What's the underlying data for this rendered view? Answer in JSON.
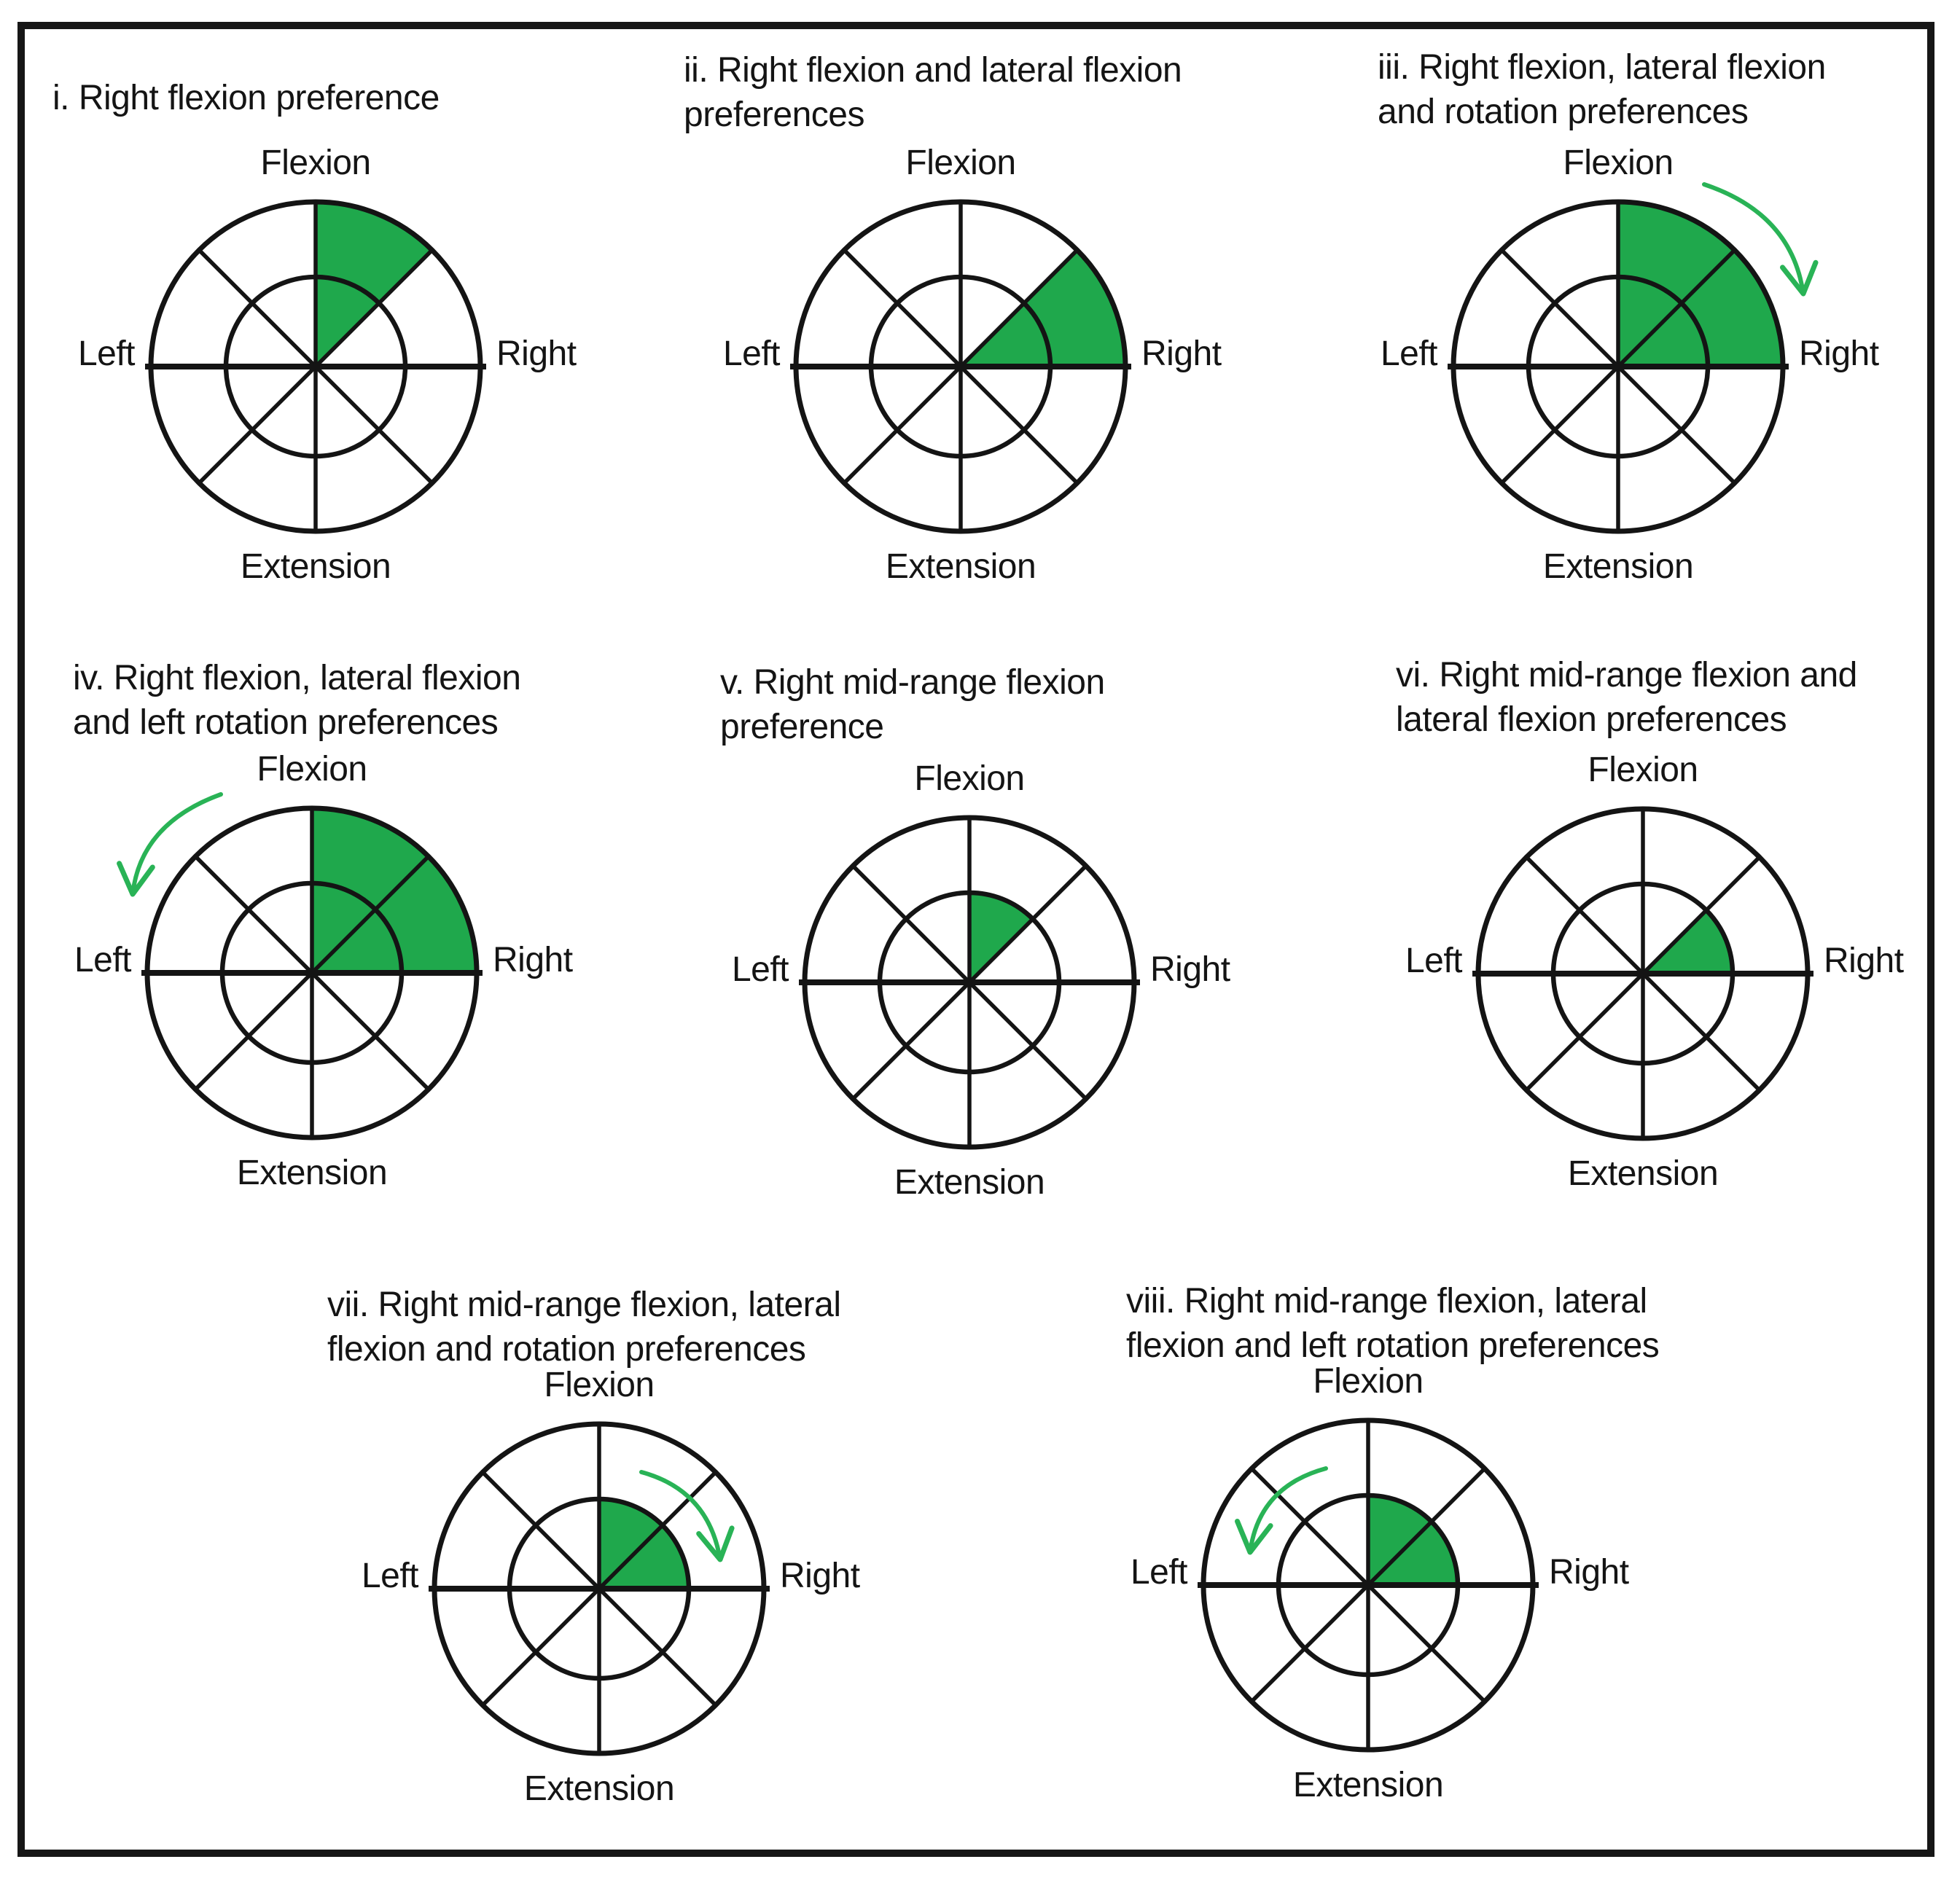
{
  "figure": {
    "description": "Eight circular movement-preference wheel diagrams, each divided into 8 sectors with an inner mid-range circle; green sectors mark preferred movement directions",
    "colors": {
      "sector_green": "#1fa84c",
      "arrow_green": "#29b356",
      "line_black": "#141414",
      "background": "#ffffff"
    },
    "axis_labels": {
      "top": "Flexion",
      "bottom": "Extension",
      "left": "Left",
      "right": "Right"
    },
    "diagrams": [
      {
        "numeral": "i",
        "title_lines": [
          "i. Right flexion preference"
        ],
        "sector": {
          "start_deg": 0,
          "end_deg": 45,
          "extent": "full"
        },
        "rotation_arrow": "none"
      },
      {
        "numeral": "ii",
        "title_lines": [
          "ii. Right flexion and lateral flexion",
          "preferences"
        ],
        "sector": {
          "start_deg": 45,
          "end_deg": 90,
          "extent": "full"
        },
        "rotation_arrow": "none"
      },
      {
        "numeral": "iii",
        "title_lines": [
          "iii. Right flexion, lateral flexion",
          "and rotation preferences"
        ],
        "sector": {
          "start_deg": 0,
          "end_deg": 90,
          "extent": "full"
        },
        "rotation_arrow": "clockwise",
        "arrow_position": "outside-top-right"
      },
      {
        "numeral": "iv",
        "title_lines": [
          "iv. Right flexion, lateral flexion",
          "and left rotation preferences"
        ],
        "sector": {
          "start_deg": 0,
          "end_deg": 90,
          "extent": "full"
        },
        "rotation_arrow": "counterclockwise",
        "arrow_position": "outside-top-left"
      },
      {
        "numeral": "v",
        "title_lines": [
          "v. Right mid-range flexion",
          "preference"
        ],
        "sector": {
          "start_deg": 0,
          "end_deg": 45,
          "extent": "inner"
        },
        "rotation_arrow": "none"
      },
      {
        "numeral": "vi",
        "title_lines": [
          "vi. Right mid-range flexion and",
          "lateral flexion preferences"
        ],
        "sector": {
          "start_deg": 45,
          "end_deg": 90,
          "extent": "inner"
        },
        "rotation_arrow": "none"
      },
      {
        "numeral": "vii",
        "title_lines": [
          "vii. Right mid-range flexion, lateral",
          "flexion and rotation preferences"
        ],
        "sector": {
          "start_deg": 0,
          "end_deg": 90,
          "extent": "inner"
        },
        "rotation_arrow": "clockwise",
        "arrow_position": "inside-top-right"
      },
      {
        "numeral": "viii",
        "title_lines": [
          "viii. Right mid-range flexion, lateral",
          "flexion and left rotation preferences"
        ],
        "sector": {
          "start_deg": 0,
          "end_deg": 90,
          "extent": "inner"
        },
        "rotation_arrow": "counterclockwise",
        "arrow_position": "inside-top-left"
      }
    ]
  }
}
